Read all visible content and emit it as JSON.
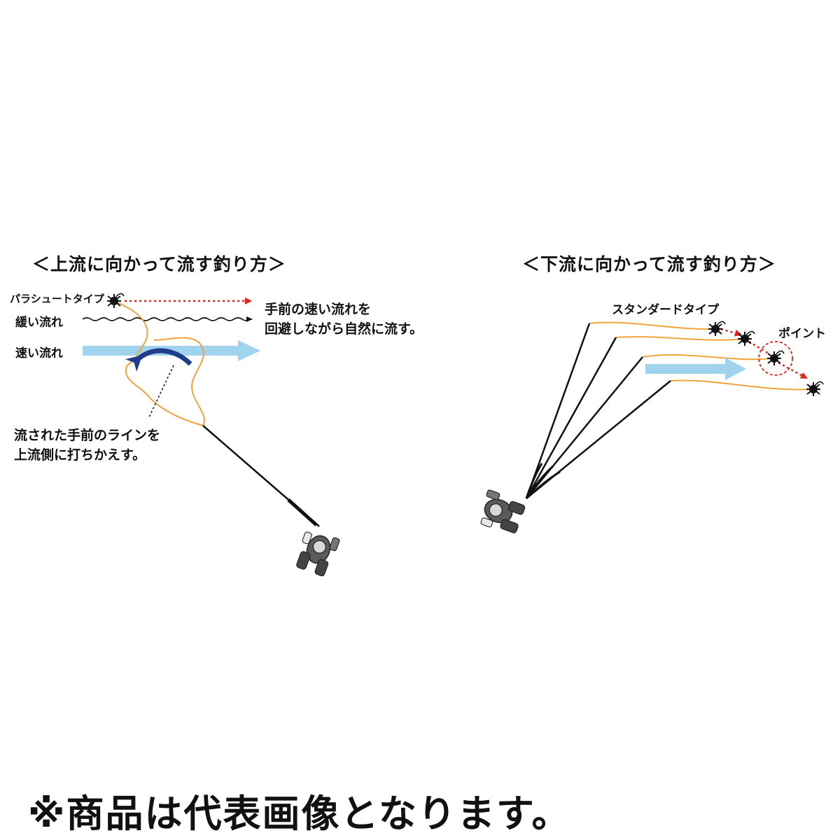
{
  "left_panel": {
    "title": "＜上流に向かって流す釣り方＞",
    "parachute_label": "パラシュートタイプ",
    "slow_flow_label": "緩い流れ",
    "fast_flow_label": "速い流れ",
    "note_right": [
      "手前の速い流れを",
      "回避しながら自然に流す。"
    ],
    "note_bottom": [
      "流された手前のラインを",
      "上流側に打ちかえす。"
    ]
  },
  "right_panel": {
    "title": "＜下流に向かって流す釣り方＞",
    "standard_label": "スタンダードタイプ",
    "point_label": "ポイント"
  },
  "disclaimer": "※商品は代表画像となります。",
  "colors": {
    "line": "#f4a23a",
    "fast_flow": "#9fd3ee",
    "arrow_red": "#e2231a",
    "curve_arrow": "#1f3d8c",
    "rod": "#111111"
  },
  "icons": [
    "fly-icon",
    "angler-figure"
  ]
}
